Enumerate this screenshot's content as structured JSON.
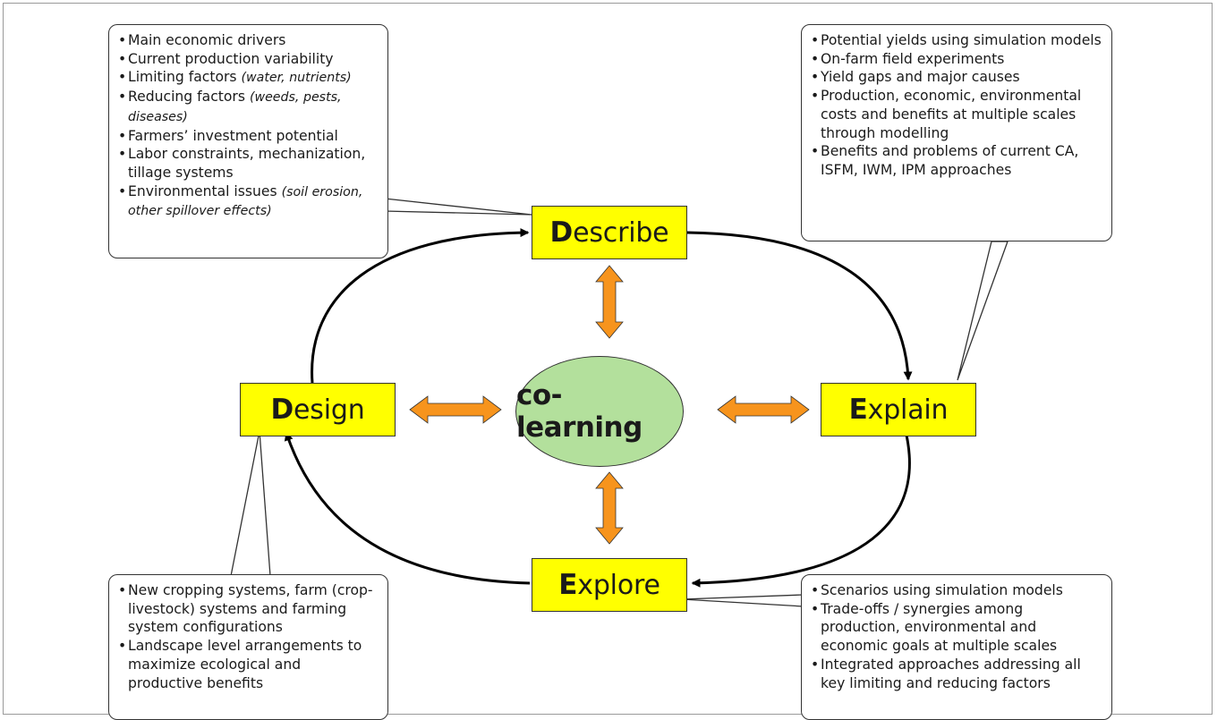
{
  "hub": {
    "label": "co-learning"
  },
  "nodes": {
    "describe": {
      "initial": "D",
      "rest": "escribe"
    },
    "explain": {
      "initial": "E",
      "rest": "xplain"
    },
    "explore": {
      "initial": "E",
      "rest": "xplore"
    },
    "design": {
      "initial": "D",
      "rest": "esign"
    }
  },
  "callouts": {
    "describe": [
      {
        "text": "Main economic drivers"
      },
      {
        "text": "Current production variability"
      },
      {
        "text": "Limiting factors",
        "note": "(water, nutrients)"
      },
      {
        "text": "Reducing factors",
        "note": "(weeds, pests, diseases)"
      },
      {
        "text": "Farmers’ investment potential"
      },
      {
        "text": "Labor constraints, mechanization, tillage systems"
      },
      {
        "text": "Environmental issues",
        "note": "(soil erosion, other spillover effects)"
      }
    ],
    "explain": [
      {
        "text": "Potential yields using simulation models"
      },
      {
        "text": "On-farm field experiments"
      },
      {
        "text": "Yield gaps and major causes"
      },
      {
        "text": "Production, economic, environmental costs and benefits at multiple scales through modelling"
      },
      {
        "text": "Benefits and problems of current CA, ISFM, IWM, IPM approaches"
      }
    ],
    "design": [
      {
        "text": "New cropping systems, farm (crop-livestock) systems and farming system configurations"
      },
      {
        "text": "Landscape level arrangements to maximize ecological and productive benefits"
      }
    ],
    "explore": [
      {
        "text": "Scenarios using simulation models"
      },
      {
        "text": "Trade-offs / synergies among production, environmental and economic goals at multiple scales"
      },
      {
        "text": "Integrated approaches addressing all key limiting and reducing factors"
      }
    ]
  },
  "colors": {
    "node_fill": "#ffff00",
    "hub_fill": "#b3e09c",
    "double_arrow": "#f7941d",
    "cycle_arrow": "#000000"
  }
}
